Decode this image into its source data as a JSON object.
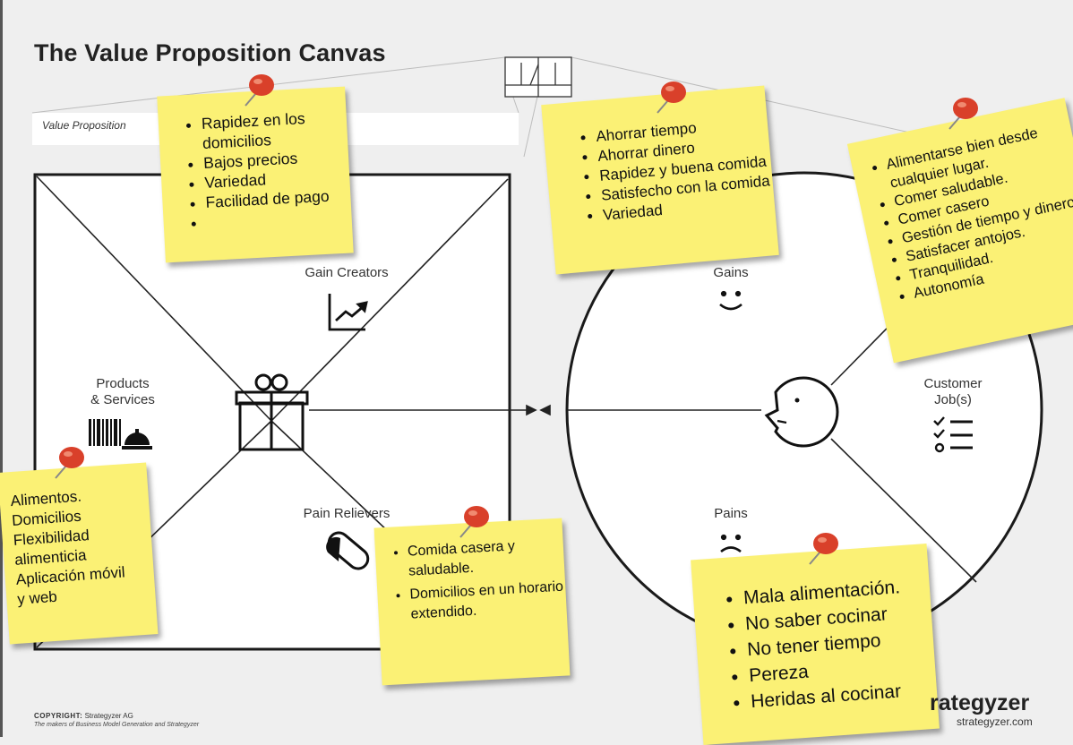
{
  "title": "The Value Proposition Canvas",
  "value_proposition_label": "Value Proposition",
  "sections": {
    "gain_creators": "Gain Creators",
    "products_services": [
      "Products",
      "& Services"
    ],
    "pain_relievers": "Pain Relievers",
    "gains": "Gains",
    "customer_jobs": [
      "Customer",
      "Job(s)"
    ],
    "pains": "Pains"
  },
  "notes": {
    "gain_creators_note": [
      "Rapidez en los domicilios",
      "Bajos precios",
      "Variedad",
      "Facilidad de pago",
      ""
    ],
    "gains_note": [
      "Ahorrar tiempo",
      "Ahorrar dinero",
      "Rapidez y buena comida",
      "Satisfecho con la comida",
      "Variedad"
    ],
    "customer_jobs_note": [
      "Alimentarse bien desde cualquier lugar.",
      "Comer saludable.",
      "Comer  casero",
      "Gestión de tiempo y dinero",
      "Satisfacer antojos.",
      "Tranquilidad.",
      "Autonomía"
    ],
    "products_note": [
      "Alimentos.",
      "Domicilios",
      "Flexibilidad",
      "alimenticia",
      "Aplicación móvil",
      "y web"
    ],
    "pain_relievers_note": [
      "Comida casera y saludable.",
      " Domicilios en un horario extendido."
    ],
    "pains_note": [
      "Mala alimentación.",
      "No saber cocinar",
      "No tener tiempo",
      "Pereza",
      "Heridas al cocinar"
    ]
  },
  "footer": {
    "copyright_label": "COPYRIGHT:",
    "copyright_owner": " Strategyzer AG",
    "tagline": "The makers of Business Model Generation and Strategyzer",
    "brand": "rategyzer",
    "brand_url": "strategyzer.com"
  },
  "colors": {
    "note": "#fbf175",
    "pin": "#d9402a",
    "line": "#222222"
  }
}
